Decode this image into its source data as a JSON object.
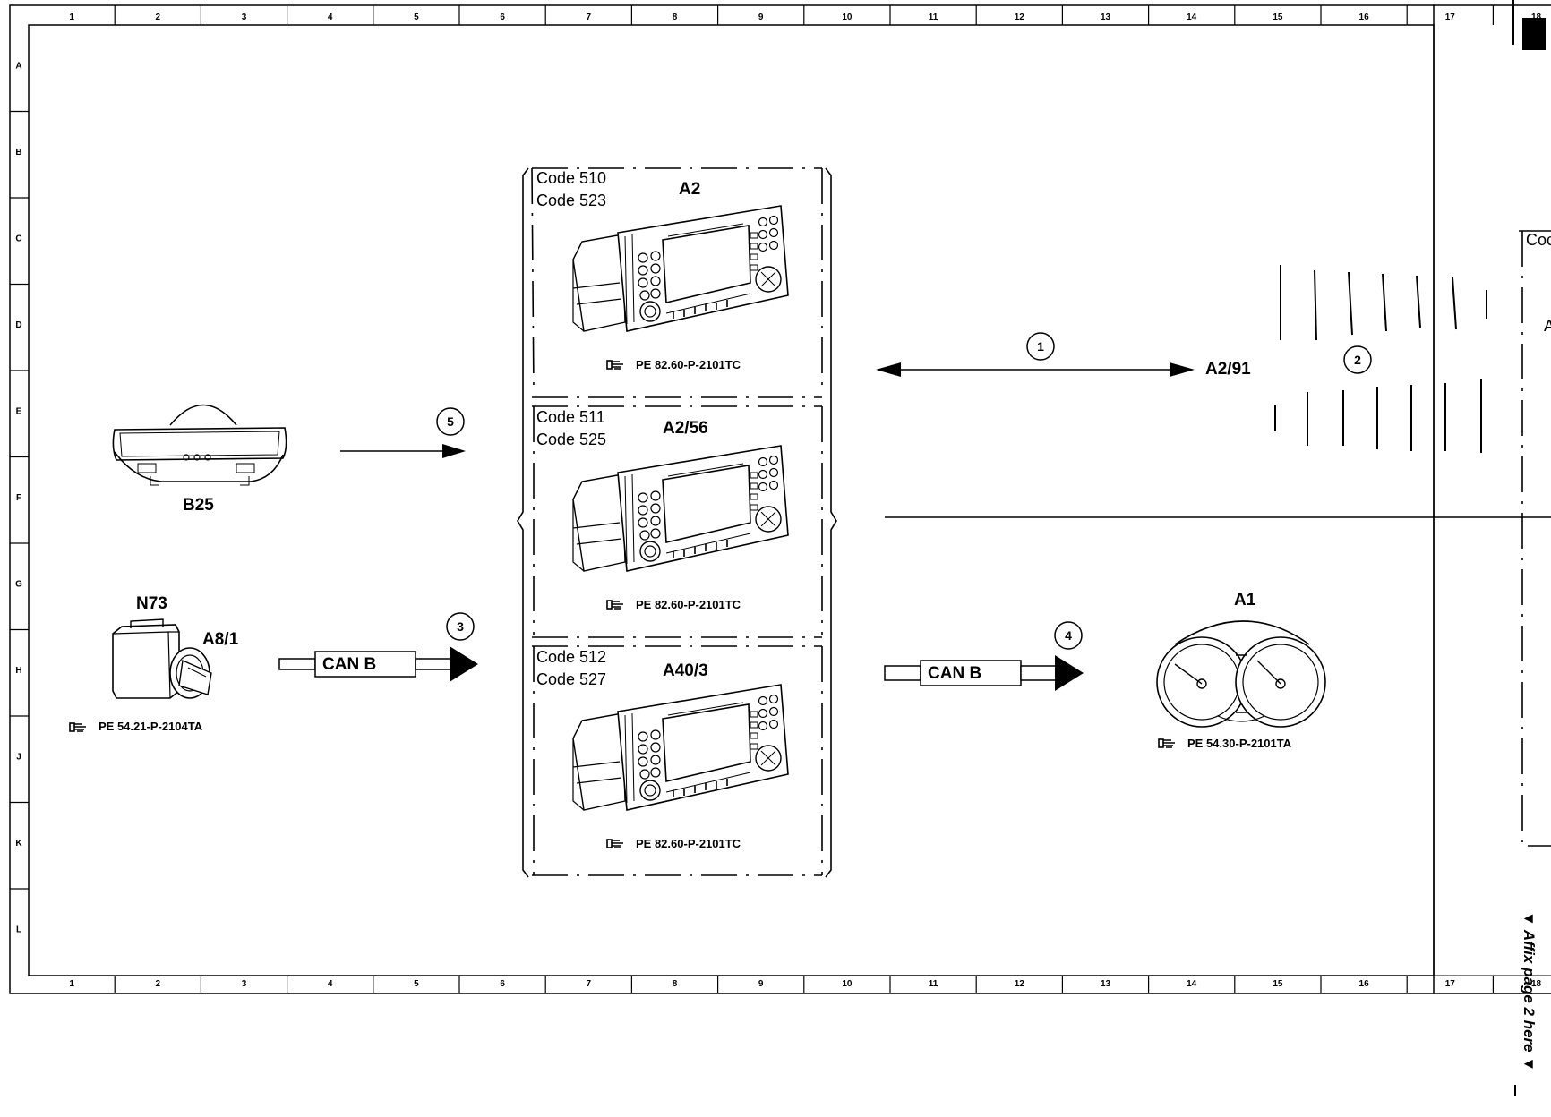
{
  "grid": {
    "columns": [
      "1",
      "2",
      "3",
      "4",
      "5",
      "6",
      "7",
      "8",
      "9",
      "10",
      "11",
      "12",
      "13",
      "14",
      "15",
      "16",
      "17",
      "18"
    ],
    "rows": [
      "A",
      "B",
      "C",
      "D",
      "E",
      "F",
      "G",
      "H",
      "J",
      "K",
      "L"
    ]
  },
  "components": {
    "b25": "B25",
    "n73": "N73",
    "a8_1": "A8/1",
    "a2": "A2",
    "a2_56": "A2/56",
    "a40_3": "A40/3",
    "a2_91": "A2/91",
    "a1": "A1"
  },
  "codes": {
    "g1a": "Code 510",
    "g1b": "Code 523",
    "g2a": "Code 511",
    "g2b": "Code 525",
    "g3a": "Code 512",
    "g3b": "Code 527",
    "right_cut": "Coc"
  },
  "refs": {
    "a2": "PE 82.60-P-2101TC",
    "a2_56": "PE 82.60-P-2101TC",
    "a40_3": "PE 82.60-P-2101TC",
    "n73": "PE 54.21-P-2104TA",
    "a1": "PE 54.30-P-2101TA"
  },
  "buses": {
    "left": "CAN B",
    "right": "CAN B"
  },
  "connections": [
    "1",
    "2",
    "3",
    "4",
    "5"
  ],
  "affix_note": "▼ Affix page 2 here ▼",
  "icons": [
    "reference-hand-icon",
    "arrow-icon"
  ]
}
